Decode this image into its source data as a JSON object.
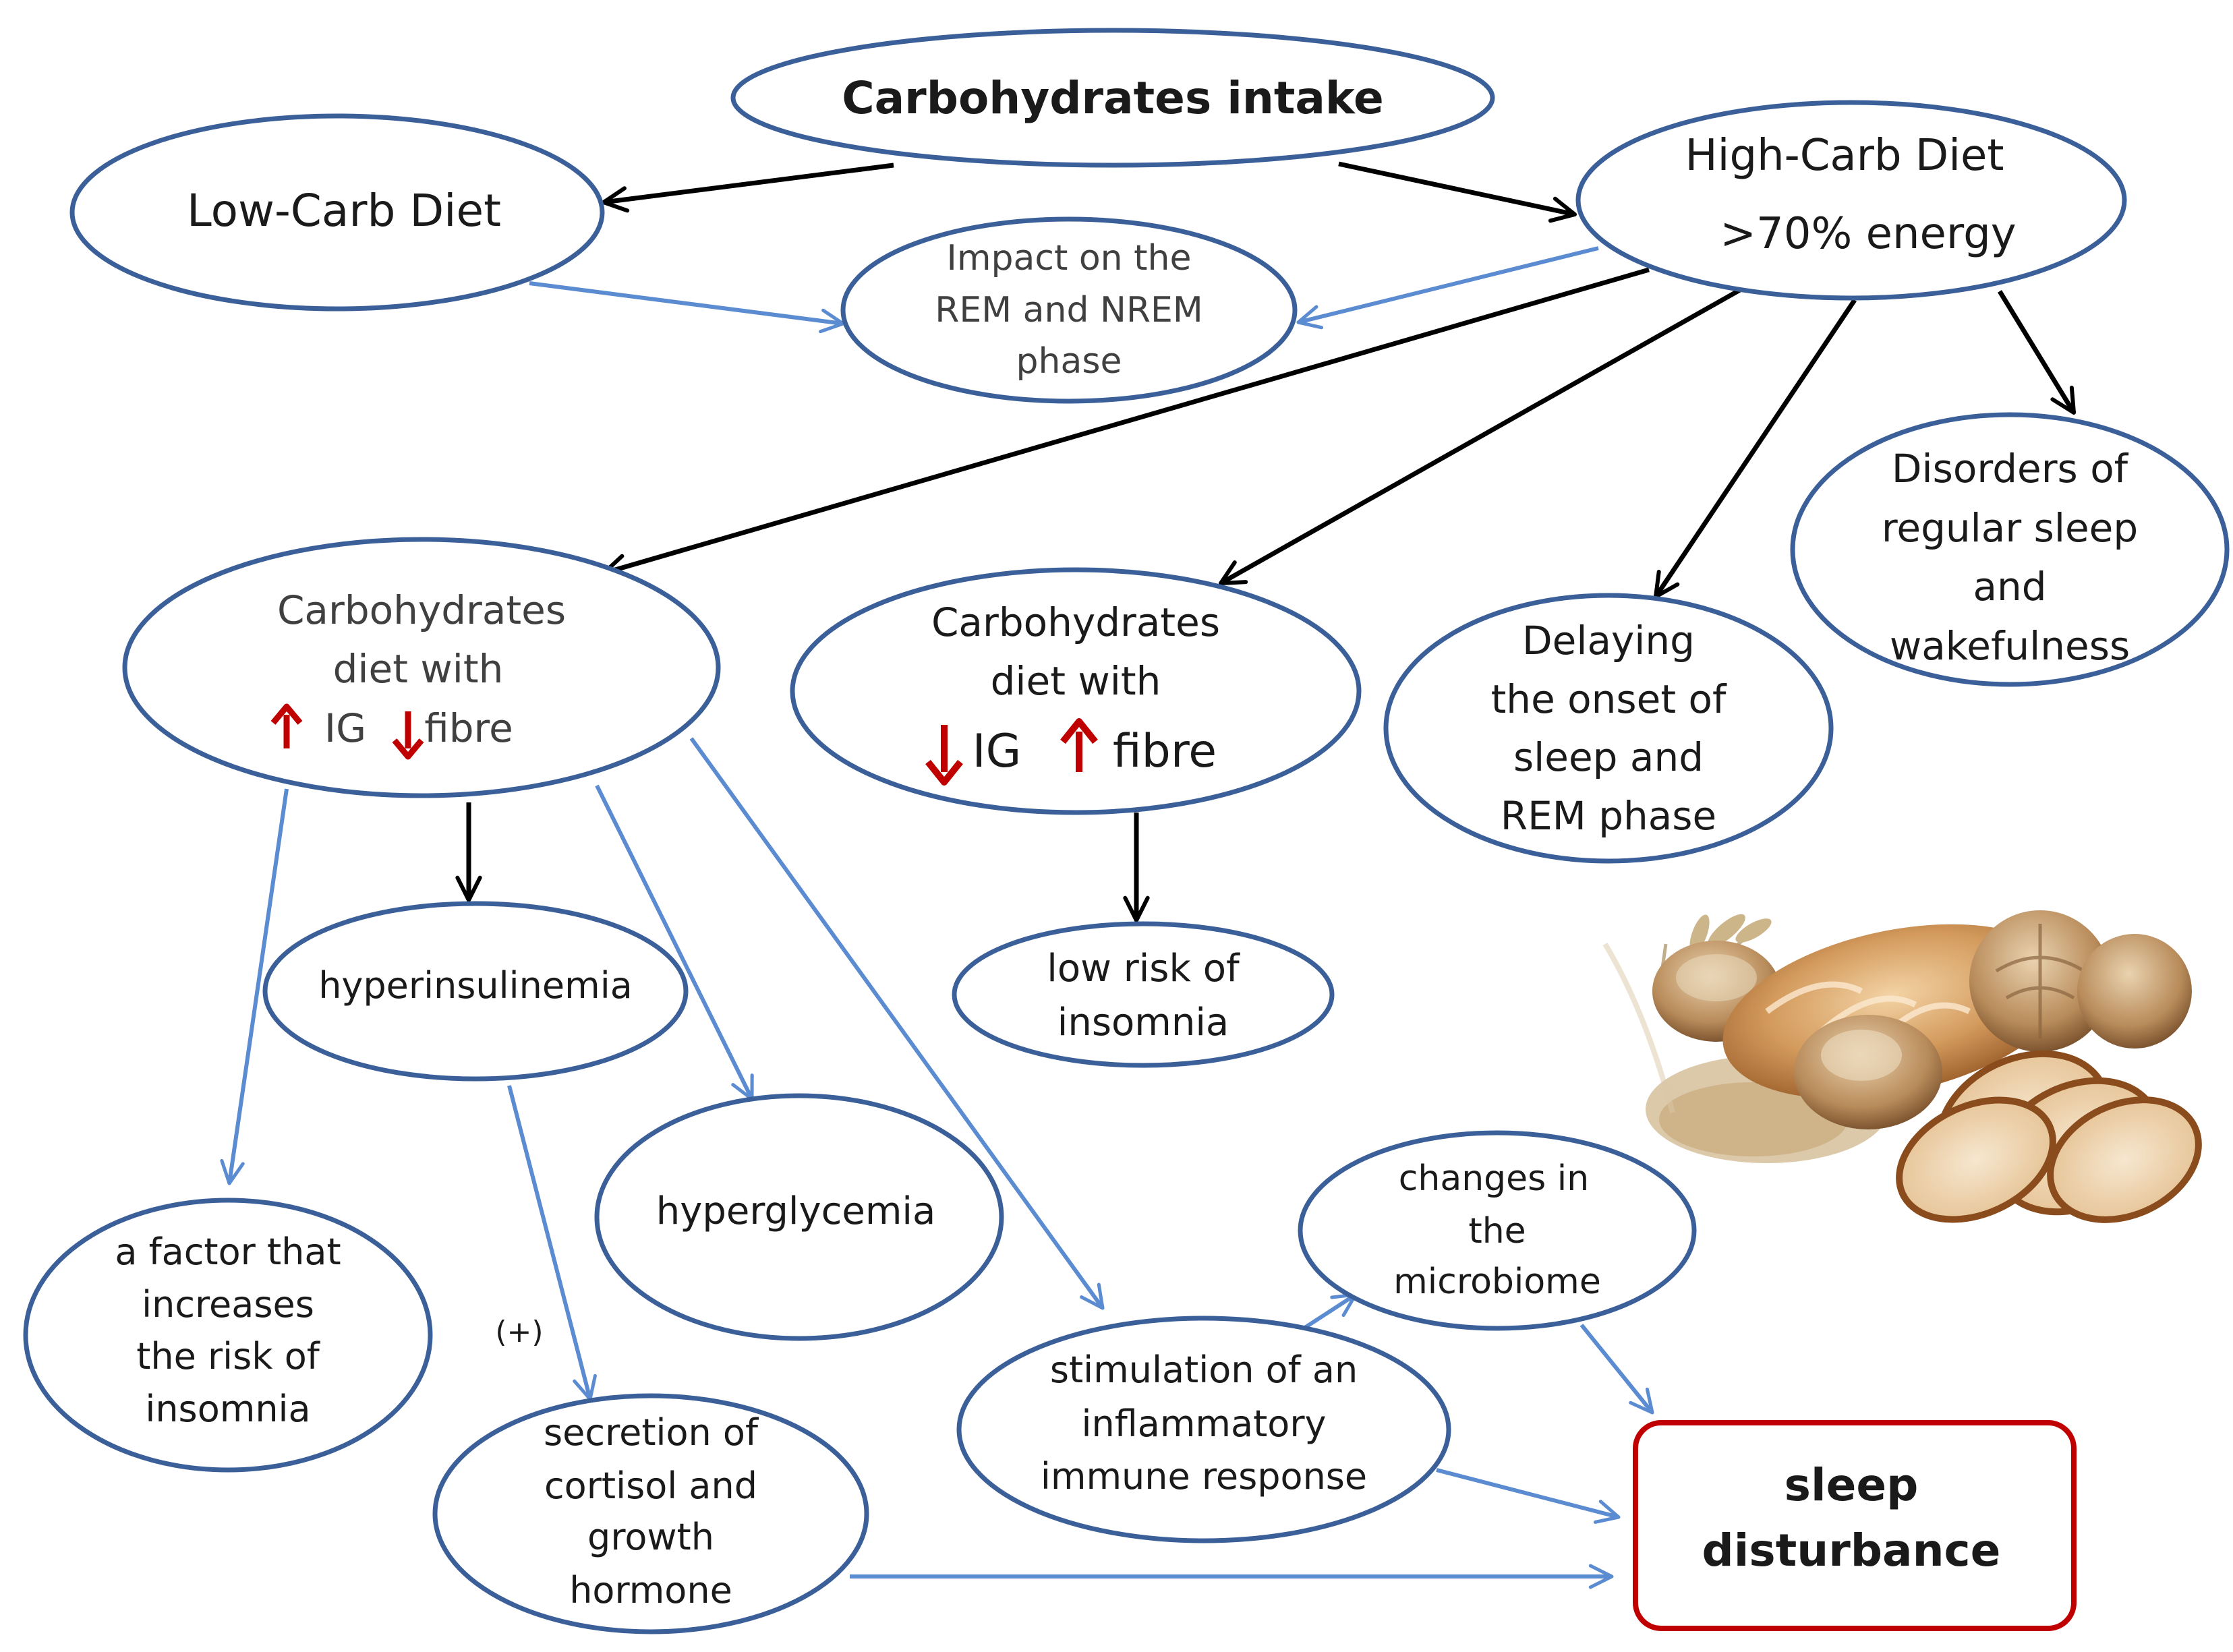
{
  "nodes": {
    "carb_intake": "Carbohydrates intake",
    "low_carb": "Low-Carb Diet",
    "high_carb_line1": "High-Carb Diet",
    "high_carb_line2": ">70% energy",
    "impact_line1": "Impact on the",
    "impact_line2": "REM and NREM",
    "impact_line3": "phase",
    "disorders_line1": "Disorders  of",
    "disorders_line2": "regular sleep",
    "disorders_line3": "and",
    "disorders_line4": "wakefulness",
    "delaying_line1": "Delaying",
    "delaying_line2": "the onset of",
    "delaying_line3": "sleep and",
    "delaying_line4": "REM phase",
    "high_ig_line1": "Carbohydrates",
    "high_ig_line2": "diet  with",
    "high_ig_ig": "IG",
    "high_ig_fibre": "fibre",
    "low_ig_line1": "Carbohydrates",
    "low_ig_line2": "diet with",
    "low_ig_ig": "IG",
    "low_ig_fibre": "fibre",
    "low_risk_line1": "low risk of",
    "low_risk_line2": "insomnia",
    "hyperinsulinemia": "hyperinsulinemia",
    "hyperglycemia": "hyperglycemia",
    "factor_line1": "a factor that",
    "factor_line2": "increases",
    "factor_line3": "the risk of",
    "factor_line4": "insomnia",
    "plus_label": "(+)",
    "cortisol_line1": "secretion of",
    "cortisol_line2": "cortisol and",
    "cortisol_line3": "growth",
    "cortisol_line4": "hormone",
    "inflammatory_line1": "stimulation of an",
    "inflammatory_line2": "inflammatory",
    "inflammatory_line3": "immune response",
    "microbiome_line1": "changes in",
    "microbiome_line2": "the",
    "microbiome_line3": "microbiome",
    "sleep_line1": "sleep",
    "sleep_line2": "disturbance"
  },
  "colors": {
    "ellipse_stroke": "#3b5f98",
    "blue_arrow": "#5b8bd0",
    "black_arrow": "#000000",
    "red_arrow": "#c00000",
    "box_stroke": "#c00000"
  },
  "icons": [
    "bread-illustration",
    "arrow-up-icon",
    "arrow-down-icon"
  ]
}
